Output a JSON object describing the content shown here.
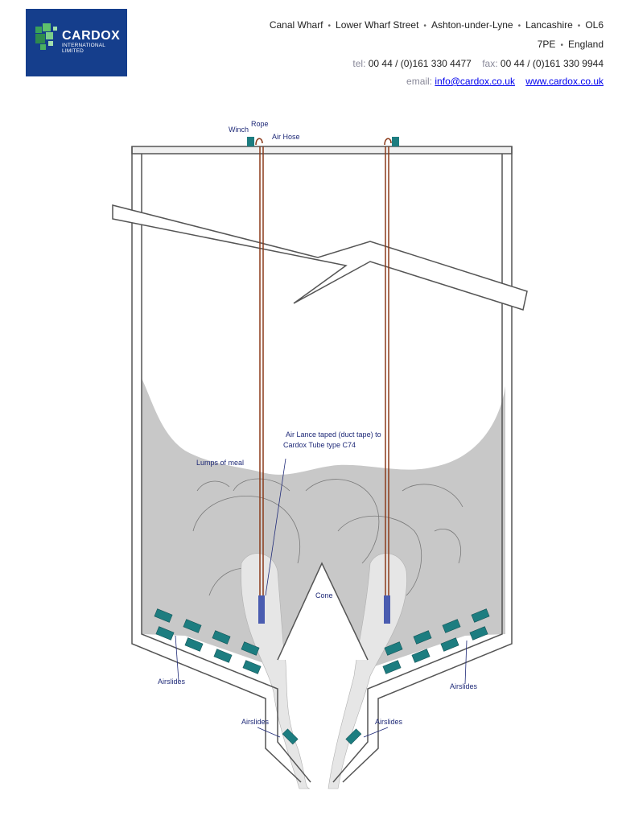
{
  "logo": {
    "name": "CARDOX",
    "subtitle": "INTERNATIONAL LIMITED"
  },
  "address": [
    "Canal Wharf",
    "Lower Wharf Street",
    "Ashton-under-Lyne",
    "Lancashire",
    "OL6 7PE",
    "England"
  ],
  "tel": {
    "label": "tel:",
    "value": "00 44 / (0)161 330 4477"
  },
  "fax": {
    "label": "fax:",
    "value": "00 44 / (0)161 330 9944"
  },
  "email": {
    "label": "email:",
    "value": "info@cardox.co.uk"
  },
  "website": "www.cardox.co.uk",
  "diagram": {
    "labels": {
      "winch": "Winch",
      "rope": "Rope",
      "air_hose": "Air Hose",
      "air_lance_1": "Air Lance taped (duct tape) to",
      "air_lance_2": "Cardox Tube type C74",
      "lumps": "Lumps of meal",
      "cone": "Cone",
      "airslides_left": "Airslides",
      "airslides_right": "Airslides",
      "airslides_lower_left": "Airslides",
      "airslides_lower_right": "Airslides"
    },
    "colors": {
      "wall": "#555555",
      "meal": "#c8c8c8",
      "rope": "#8b3a1a",
      "airslide": "#1d7d80",
      "label": "#1f2a78"
    }
  }
}
